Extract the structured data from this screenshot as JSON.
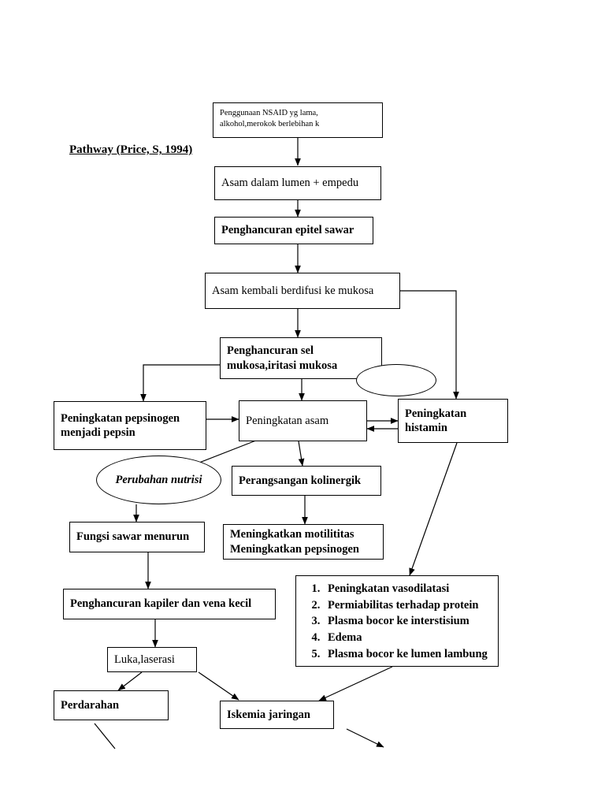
{
  "page": {
    "title": "Pathway (Price, S, 1994)"
  },
  "nodes": {
    "n1": "Penggunaan NSAID yg lama, alkohol,merokok berlebihan k",
    "n2": "Asam dalam lumen + empedu",
    "n3": "Penghancuran epitel sawar",
    "n4": "Asam kembali berdifusi ke mukosa",
    "n5": "Penghancuran sel mukosa,iritasi mukosa",
    "n6": "Peningkatan pepsinogen menjadi pepsin",
    "n7": "Peningkatan asam",
    "n8": "Peningkatan histamin",
    "n9": "Perangsangan kolinergik",
    "n10": "Meningkatkan motilititas Meningkatkan pepsinogen",
    "n11": "Fungsi sawar menurun",
    "n12": "Penghancuran kapiler dan vena kecil",
    "n13": "Luka,laserasi",
    "n14": "Perdarahan",
    "n15": "Iskemia jaringan",
    "e1": "Perubahan nutrisi",
    "e2": ""
  },
  "list_box": {
    "items": [
      "Peningkatan vasodilatasi",
      "Permiabilitas terhadap protein",
      "Plasma bocor ke interstisium",
      "Edema",
      "Plasma bocor ke lumen lambung"
    ]
  },
  "colors": {
    "line": "#000000",
    "background": "#ffffff",
    "text": "#000000"
  }
}
